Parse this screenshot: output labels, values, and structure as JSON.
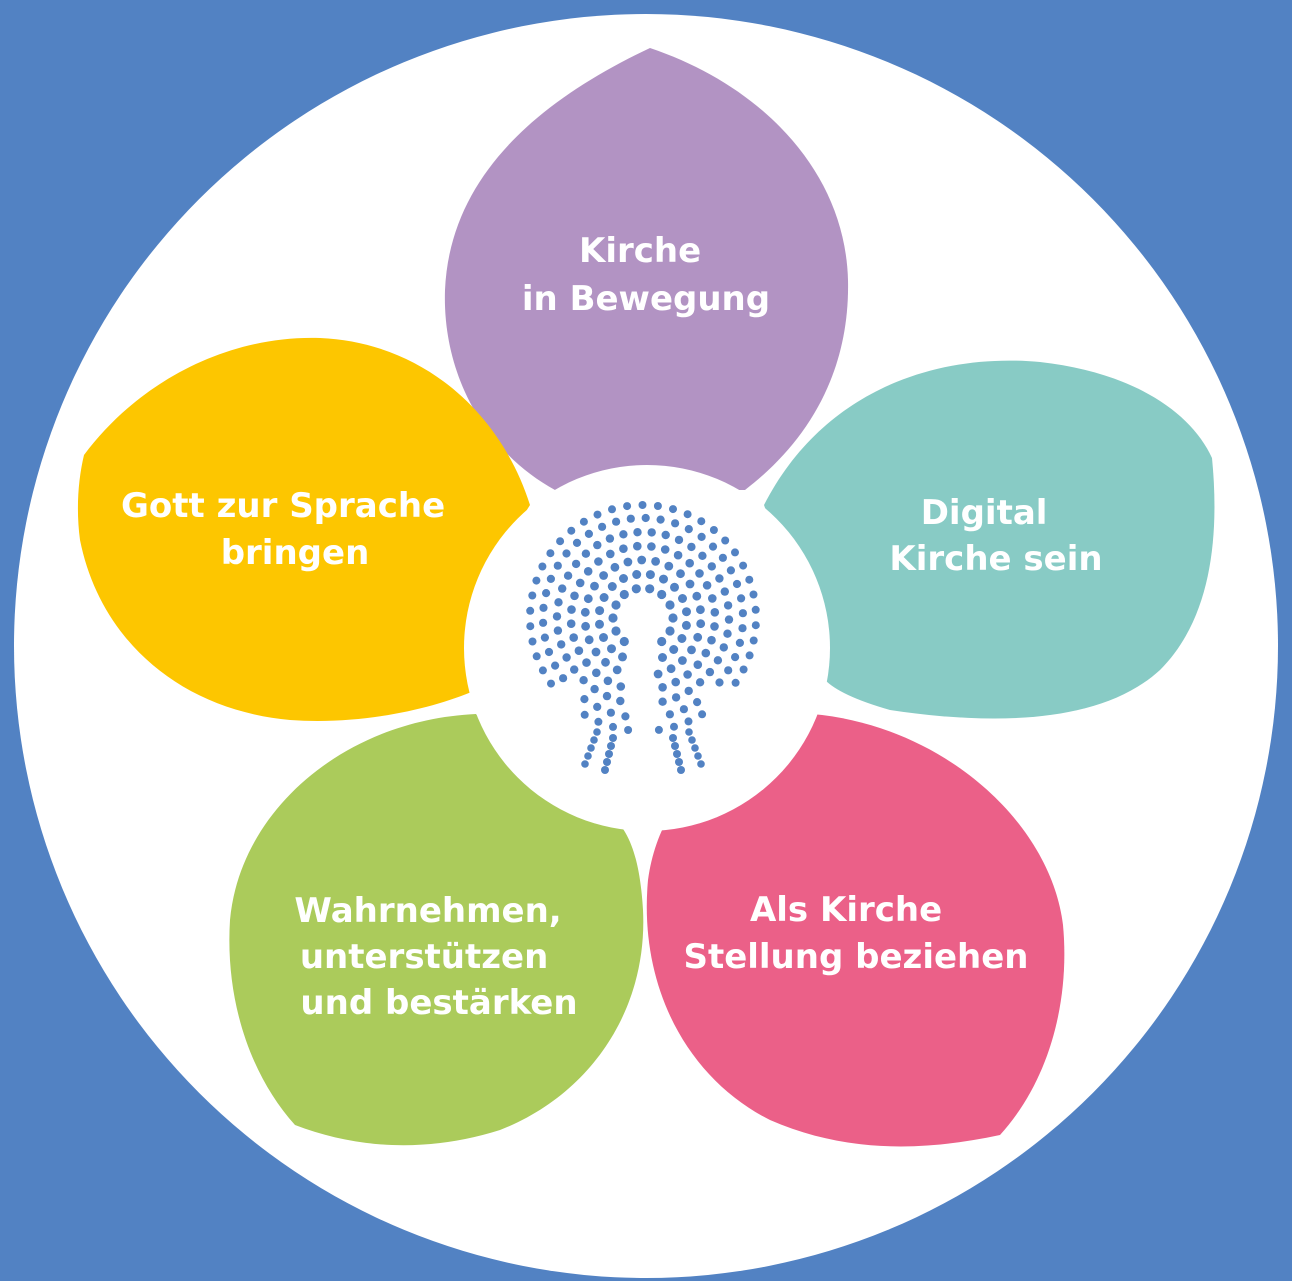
{
  "colors": {
    "background": "#5282c3",
    "circle": "#ffffff",
    "center_disc": "#ffffff",
    "logo_dots": "#5282c3"
  },
  "center": {
    "icon": "dotted-tree-logo-icon"
  },
  "petals": [
    {
      "id": "kirche-in-bewegung",
      "color": "#b293c3",
      "lines": [
        "Kirche",
        "in Bewegung"
      ]
    },
    {
      "id": "digital-kirche-sein",
      "color": "#88cbc5",
      "lines": [
        "Digital",
        "Kirche sein"
      ]
    },
    {
      "id": "stellung-beziehen",
      "color": "#eb6088",
      "lines": [
        "Als Kirche",
        "Stellung beziehen"
      ]
    },
    {
      "id": "wahrnehmen",
      "color": "#abcb5b",
      "lines": [
        "Wahrnehmen,",
        "unterstützen",
        "und bestärken"
      ]
    },
    {
      "id": "gott-zur-sprache",
      "color": "#fdc600",
      "lines": [
        "Gott zur Sprache",
        "bringen"
      ]
    }
  ]
}
